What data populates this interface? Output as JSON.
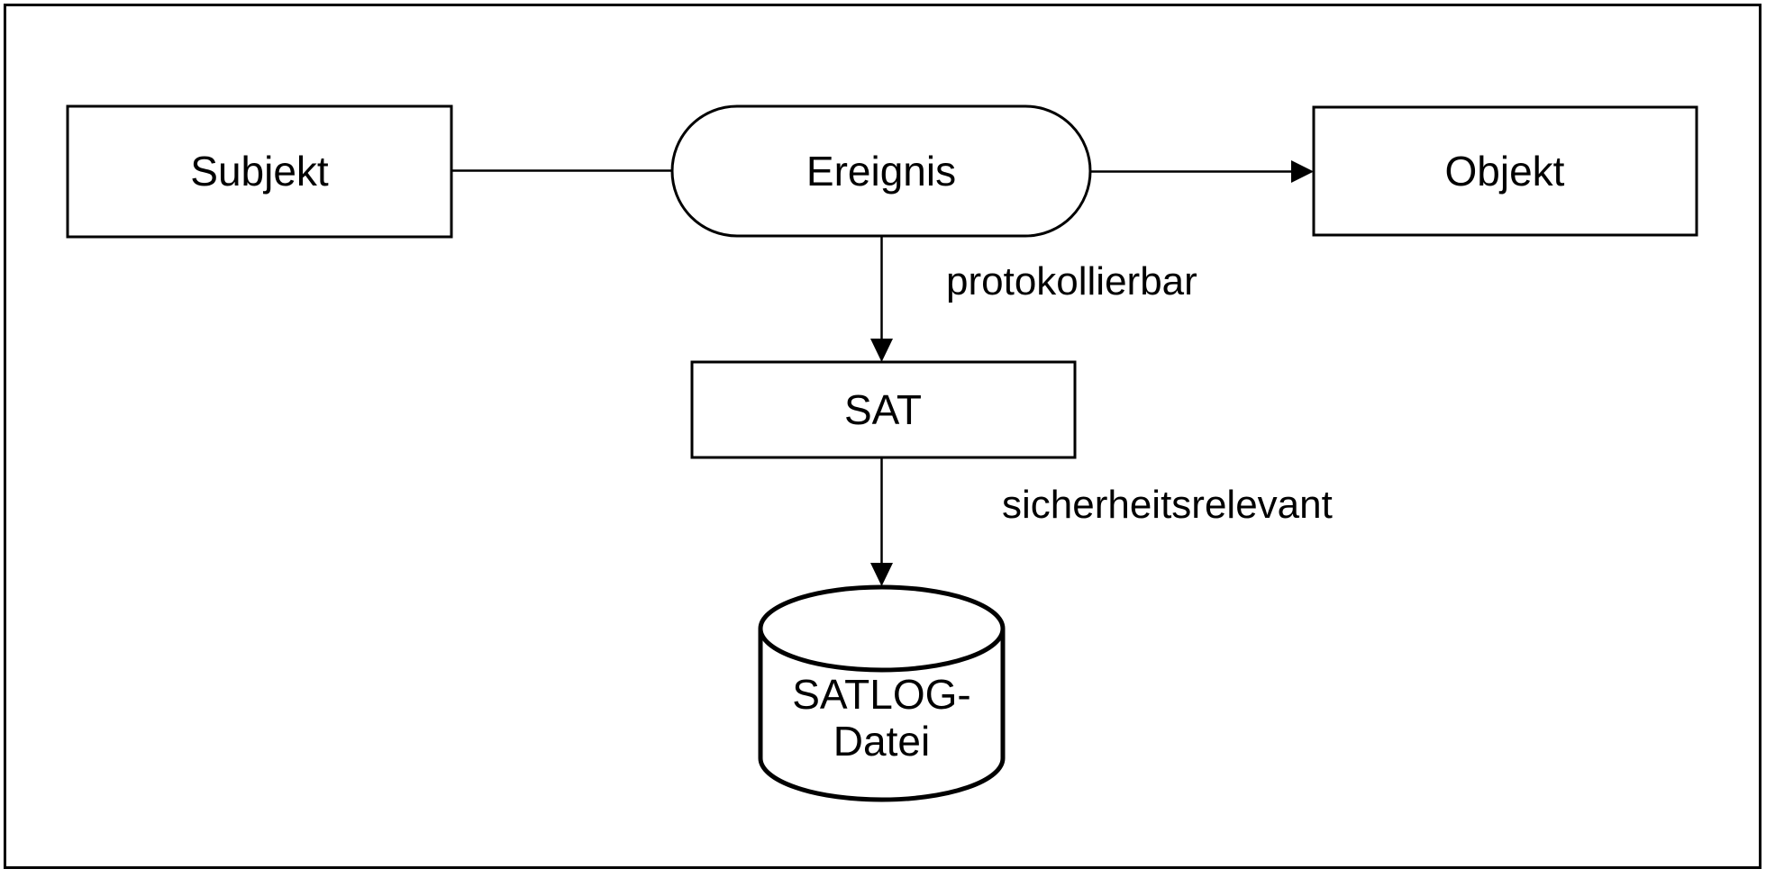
{
  "diagram": {
    "nodes": {
      "subjekt": {
        "label": "Subjekt",
        "shape": "rectangle"
      },
      "ereignis": {
        "label": "Ereignis",
        "shape": "stadium"
      },
      "objekt": {
        "label": "Objekt",
        "shape": "rectangle"
      },
      "sat": {
        "label": "SAT",
        "shape": "rectangle"
      },
      "satlog_datei": {
        "label_line1": "SATLOG-",
        "label_line2": "Datei",
        "shape": "cylinder"
      }
    },
    "edges": {
      "subjekt_to_ereignis": {
        "from": "Subjekt",
        "to": "Ereignis",
        "arrow": false
      },
      "ereignis_to_objekt": {
        "from": "Ereignis",
        "to": "Objekt",
        "arrow": true
      },
      "ereignis_to_sat": {
        "from": "Ereignis",
        "to": "SAT",
        "label": "protokollierbar",
        "arrow": true
      },
      "sat_to_satlog": {
        "from": "SAT",
        "to": "SATLOG-Datei",
        "label": "sicherheitsrelevant",
        "arrow": true
      }
    },
    "colors": {
      "stroke": "#000000",
      "text": "#000000",
      "background": "#ffffff"
    }
  }
}
